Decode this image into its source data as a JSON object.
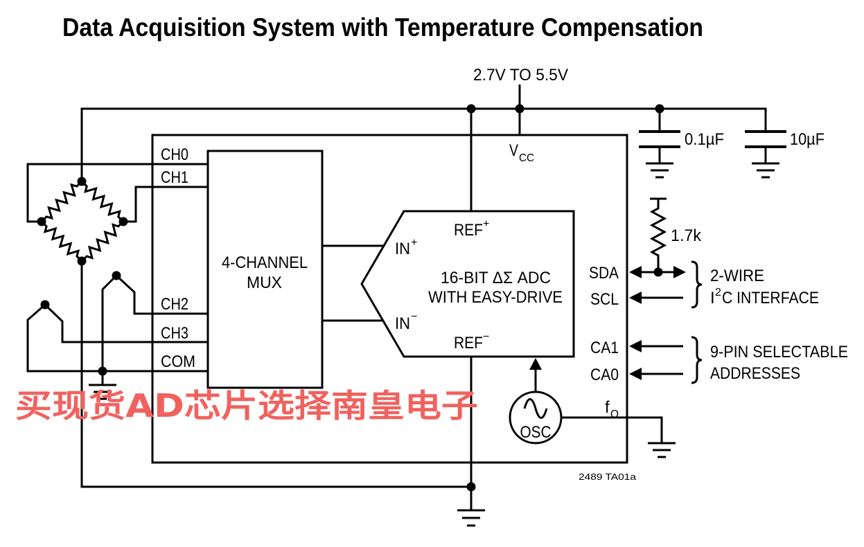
{
  "title": "Data Acquisition System with Temperature Compensation",
  "supply": "2.7V TO 5.5V",
  "capacitors": {
    "c1": "0.1µF",
    "c2": "10µF"
  },
  "pullup_resistor": "1.7k",
  "vcc": {
    "main": "V",
    "sub": "CC"
  },
  "mux": {
    "line1": "4-CHANNEL",
    "line2": "MUX",
    "ch0": "CH0",
    "ch1": "CH1",
    "ch2": "CH2",
    "ch3": "CH3",
    "com": "COM"
  },
  "adc": {
    "line1": "16-BIT ΔΣ ADC",
    "line2": "WITH EASY-DRIVE",
    "ref_pos": {
      "main": "REF",
      "sup": "+"
    },
    "ref_neg": {
      "main": "REF",
      "sup": "−"
    },
    "in_pos": {
      "main": "IN",
      "sup": "+"
    },
    "in_neg": {
      "main": "IN",
      "sup": "−"
    }
  },
  "oscillator": "OSC",
  "pins": {
    "sda": "SDA",
    "scl": "SCL",
    "ca1": "CA1",
    "ca0": "CA0",
    "fo": {
      "main": "f",
      "sub": "O"
    }
  },
  "interface": {
    "line1": "2-WIRE",
    "line2_pre": "I",
    "line2_sup": "2",
    "line2_post": "C INTERFACE"
  },
  "addresses": {
    "line1": "9-PIN SELECTABLE",
    "line2": "ADDRESSES"
  },
  "figure_code": "2489 TA01a",
  "watermark": "买现货AD芯片选择南皇电子"
}
